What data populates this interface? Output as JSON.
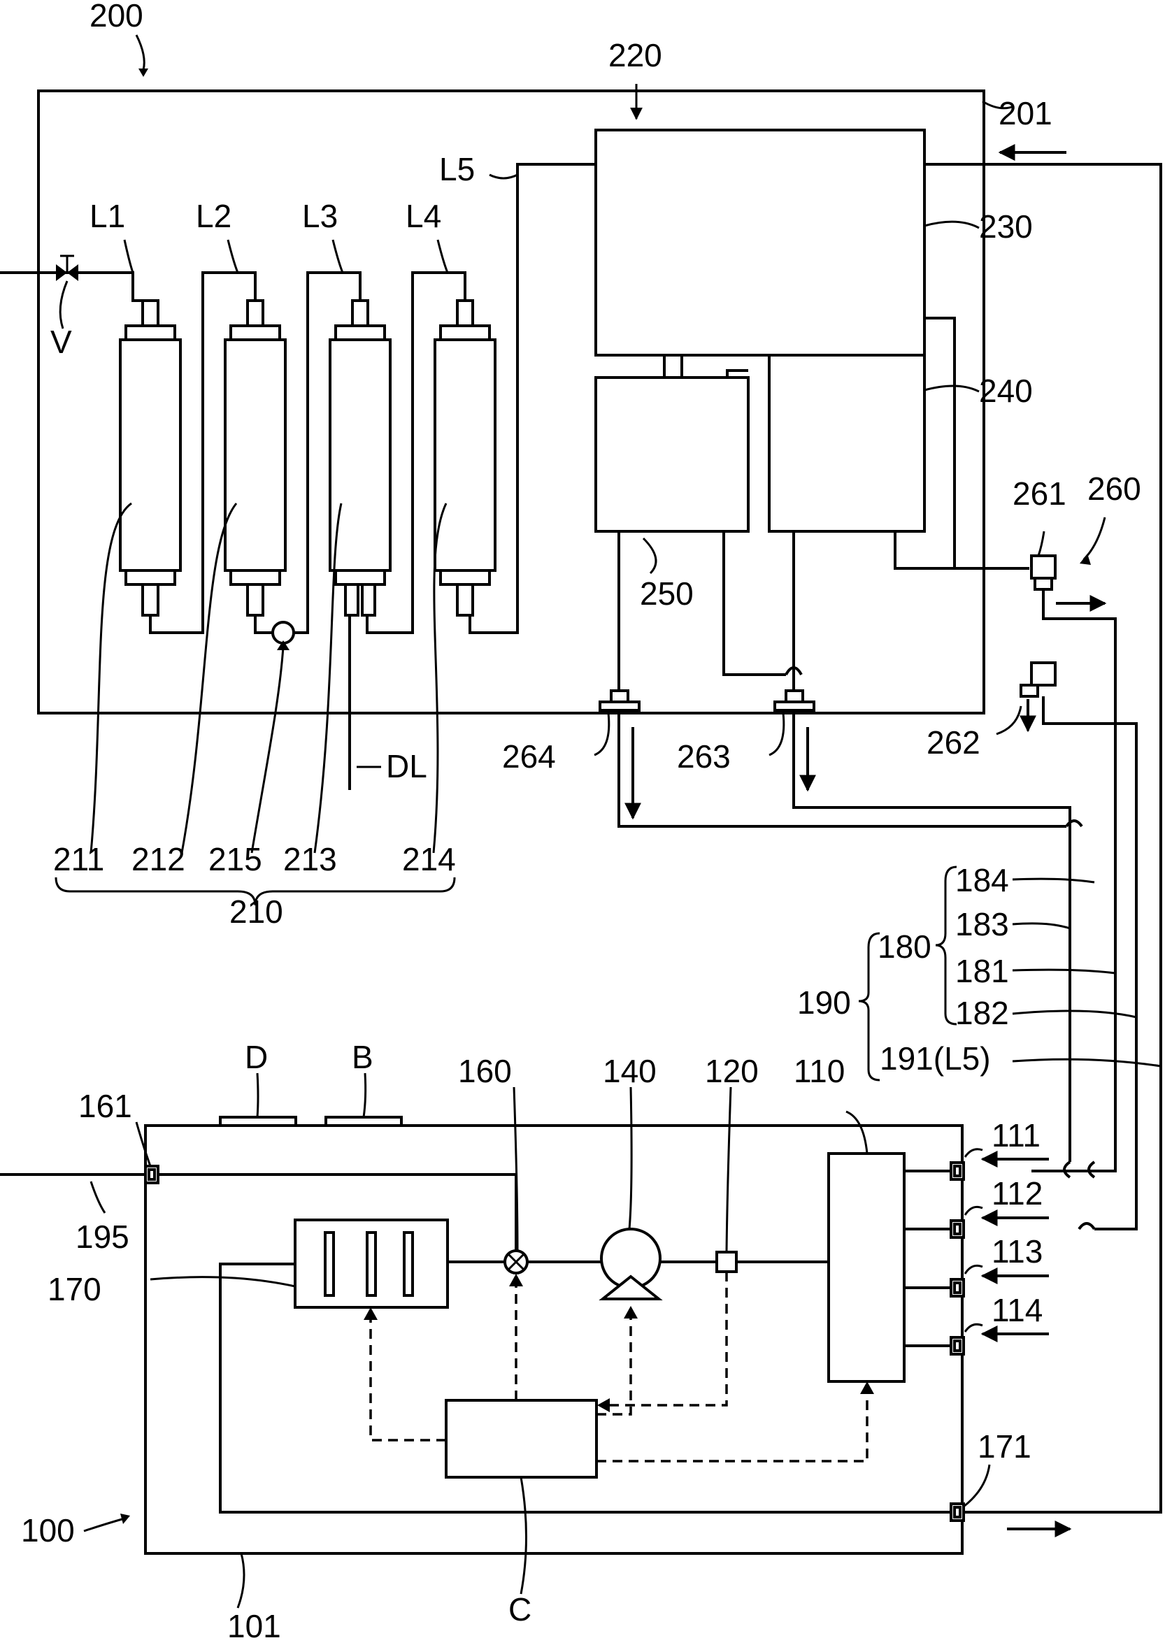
{
  "labels": {
    "unit_200": "200",
    "housing_201": "201",
    "unit_220": "220",
    "line_L5_top": "L5",
    "block_230": "230",
    "block_240": "240",
    "block_250": "250",
    "line_L1": "L1",
    "line_L2": "L2",
    "line_L3": "L3",
    "line_L4": "L4",
    "valve_V": "V",
    "drain_DL": "DL",
    "port_261": "261",
    "group_260": "260",
    "port_262": "262",
    "port_263": "263",
    "port_264": "264",
    "filter_211": "211",
    "filter_212": "212",
    "pump_215": "215",
    "filter_213": "213",
    "filter_214": "214",
    "group_210": "210",
    "tube_184": "184",
    "tube_183": "183",
    "group_180": "180",
    "tube_181": "181",
    "group_190": "190",
    "tube_182": "182",
    "line_191": "191(L5)",
    "item_D": "D",
    "item_B": "B",
    "valve_160": "160",
    "pump_140": "140",
    "sensor_120": "120",
    "module_110": "110",
    "port_161": "161",
    "port_111": "111",
    "port_112": "112",
    "port_113": "113",
    "port_114": "114",
    "line_195": "195",
    "unit_170": "170",
    "port_171": "171",
    "unit_100": "100",
    "housing_101": "101",
    "controller_C": "C"
  }
}
